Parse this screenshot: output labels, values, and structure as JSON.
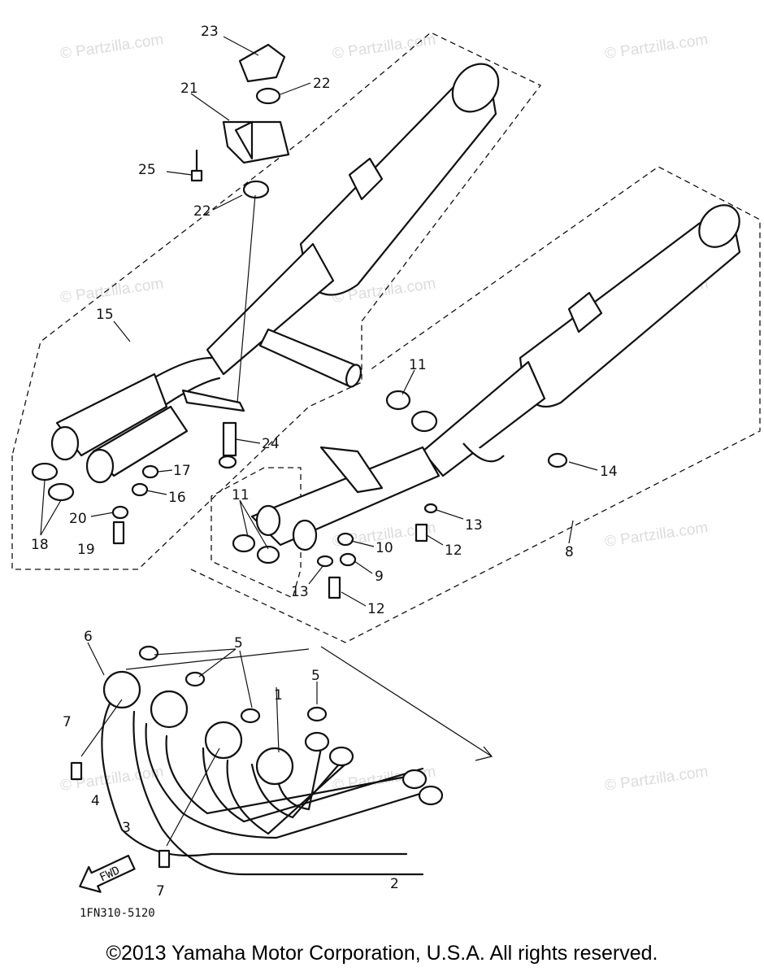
{
  "watermark": "© Partzilla.com",
  "diagram_code": "1FN310-5120",
  "direction_arrow_label": "FWD",
  "copyright": "©2013  Yamaha Motor Corporation, U.S.A. All rights reserved.",
  "callouts": {
    "c1": "1",
    "c2": "2",
    "c3": "3",
    "c4": "4",
    "c5a": "5",
    "c5b": "5",
    "c6": "6",
    "c7a": "7",
    "c7b": "7",
    "c8": "8",
    "c9": "9",
    "c10": "10",
    "c11a": "11",
    "c11b": "11",
    "c12a": "12",
    "c12b": "12",
    "c13a": "13",
    "c13b": "13",
    "c14": "14",
    "c15": "15",
    "c16": "16",
    "c17": "17",
    "c18": "18",
    "c19": "19",
    "c20": "20",
    "c21": "21",
    "c22a": "22",
    "c22b": "22",
    "c23": "23",
    "c24": "24",
    "c25": "25"
  }
}
